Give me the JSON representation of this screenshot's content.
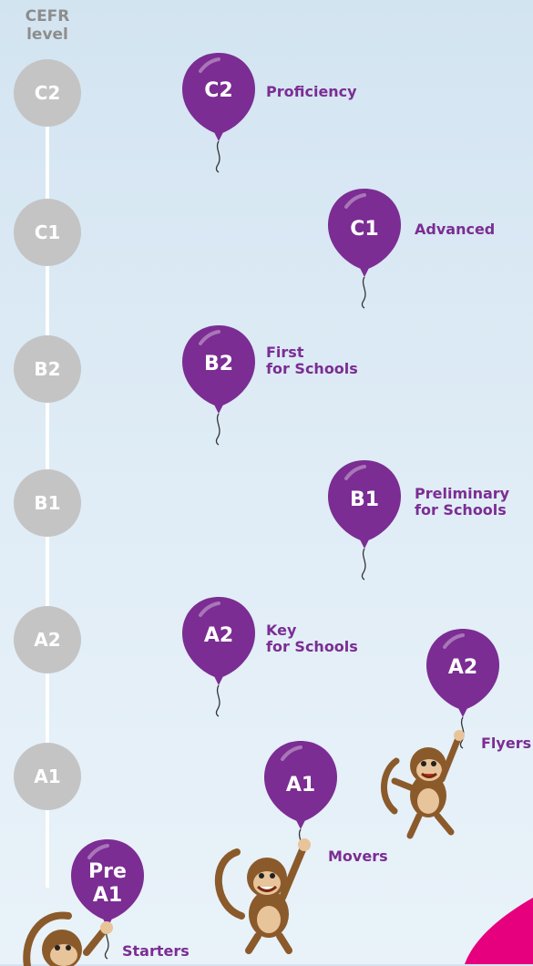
{
  "axis": {
    "title_line1": "CEFR",
    "title_line2": "level"
  },
  "levels": [
    "C2",
    "C1",
    "B2",
    "B1",
    "A2",
    "A1"
  ],
  "balloons": [
    {
      "level": "C2",
      "text": [
        "C2"
      ],
      "label": [
        "Proficiency"
      ]
    },
    {
      "level": "C1",
      "text": [
        "C1"
      ],
      "label": [
        "Advanced"
      ]
    },
    {
      "level": "B2",
      "text": [
        "B2"
      ],
      "label": [
        "First",
        "for Schools"
      ]
    },
    {
      "level": "B1",
      "text": [
        "B1"
      ],
      "label": [
        "Preliminary",
        "for Schools"
      ]
    },
    {
      "level": "A2",
      "text": [
        "A2"
      ],
      "label": [
        "Key",
        "for Schools"
      ]
    },
    {
      "level": "A2",
      "text": [
        "A2"
      ],
      "label": [
        "Flyers"
      ]
    },
    {
      "level": "A1",
      "text": [
        "A1"
      ],
      "label": [
        "Movers"
      ]
    },
    {
      "level": "Pre A1",
      "text": [
        "Pre",
        "A1"
      ],
      "label": [
        "Starters"
      ]
    }
  ],
  "colors": {
    "balloon": "#7b2d93",
    "level_circle": "#c4c4c4",
    "label": "#7b2d93",
    "accent": "#e6007e"
  }
}
